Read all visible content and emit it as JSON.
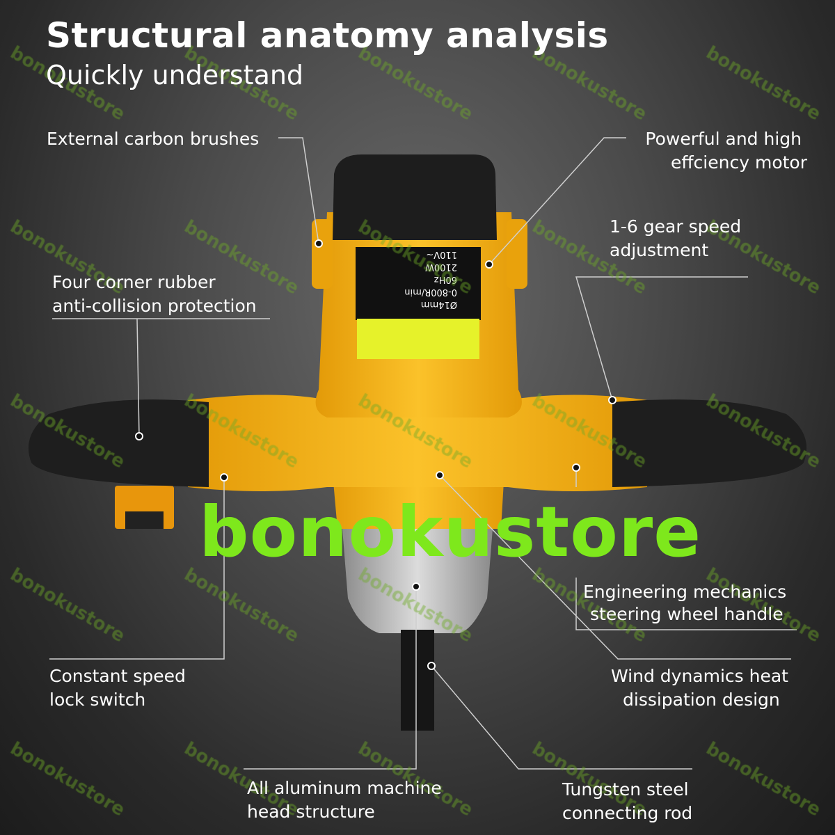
{
  "header": {
    "title": "Structural anatomy analysis",
    "subtitle": "Quickly understand"
  },
  "callouts": {
    "carbon_brushes": "External carbon brushes",
    "motor_1": "Powerful and high",
    "motor_2": "effciency motor",
    "gear_1": "1-6 gear speed",
    "gear_2": "adjustment",
    "rubber_1": "Four corner rubber",
    "rubber_2": "anti-collision protection",
    "handle_1": "Engineering mechanics",
    "handle_2": "steering wheel handle",
    "wind_1": "Wind dynamics heat",
    "wind_2": "dissipation design",
    "lock_1": "Constant speed",
    "lock_2": "lock switch",
    "alu_1": "All aluminum machine",
    "alu_2": "head structure",
    "rod_1": "Tungsten steel",
    "rod_2": "connecting rod"
  },
  "spec_label": {
    "line1": "Ø14mm",
    "line2": "0-800R/min",
    "line3": "60Hz",
    "line4": "2100W",
    "line5": "110V~"
  },
  "brand": "bonokustore",
  "watermark": "bonokustore",
  "colors": {
    "body": "#f4b014",
    "grip": "#1e1e1e",
    "brand": "#7ee81c",
    "aluminum": "#b9b9b9"
  }
}
